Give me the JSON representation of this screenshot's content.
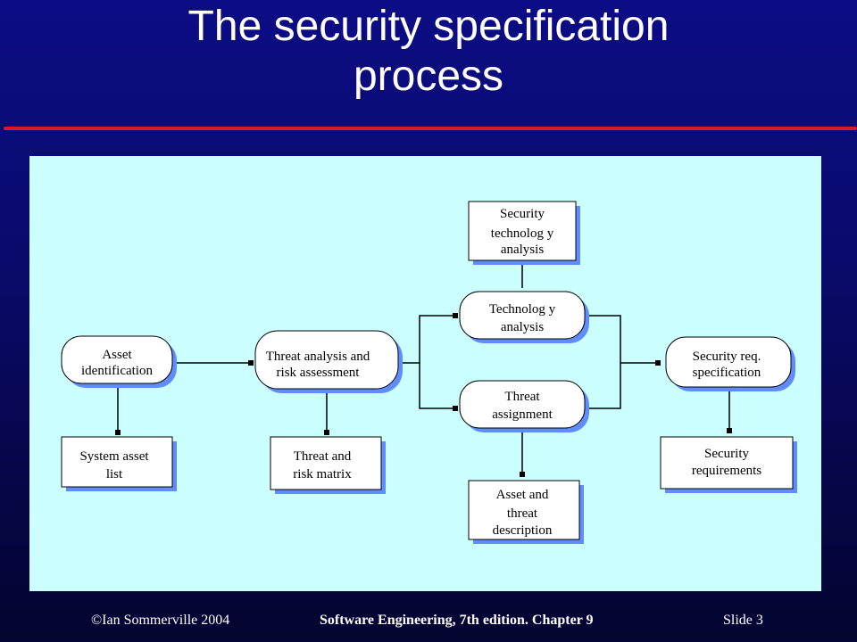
{
  "slide": {
    "title_line1": "The security specification",
    "title_line2": "process"
  },
  "diagram": {
    "nodes": {
      "asset_identification": [
        "Asset",
        "identification"
      ],
      "system_asset_list": [
        "System asset",
        "list"
      ],
      "threat_analysis": [
        "Threat analysis and",
        "risk assessment"
      ],
      "threat_risk_matrix": [
        "Threat and",
        "risk matrix"
      ],
      "security_tech_analysis": [
        "Security",
        "technolog y",
        "analysis"
      ],
      "technology_analysis": [
        "Technolog y",
        "analysis"
      ],
      "threat_assignment": [
        "Threat",
        "assignment"
      ],
      "asset_threat_description": [
        "Asset and",
        "threat",
        "description"
      ],
      "security_req_spec": [
        "Security req.",
        "specification"
      ],
      "security_requirements": [
        "Security",
        "requirements"
      ]
    }
  },
  "footer": {
    "copyright": "©Ian Sommerville 2004",
    "book": "Software Engineering, 7th edition. Chapter 9",
    "slide": "Slide  3"
  }
}
